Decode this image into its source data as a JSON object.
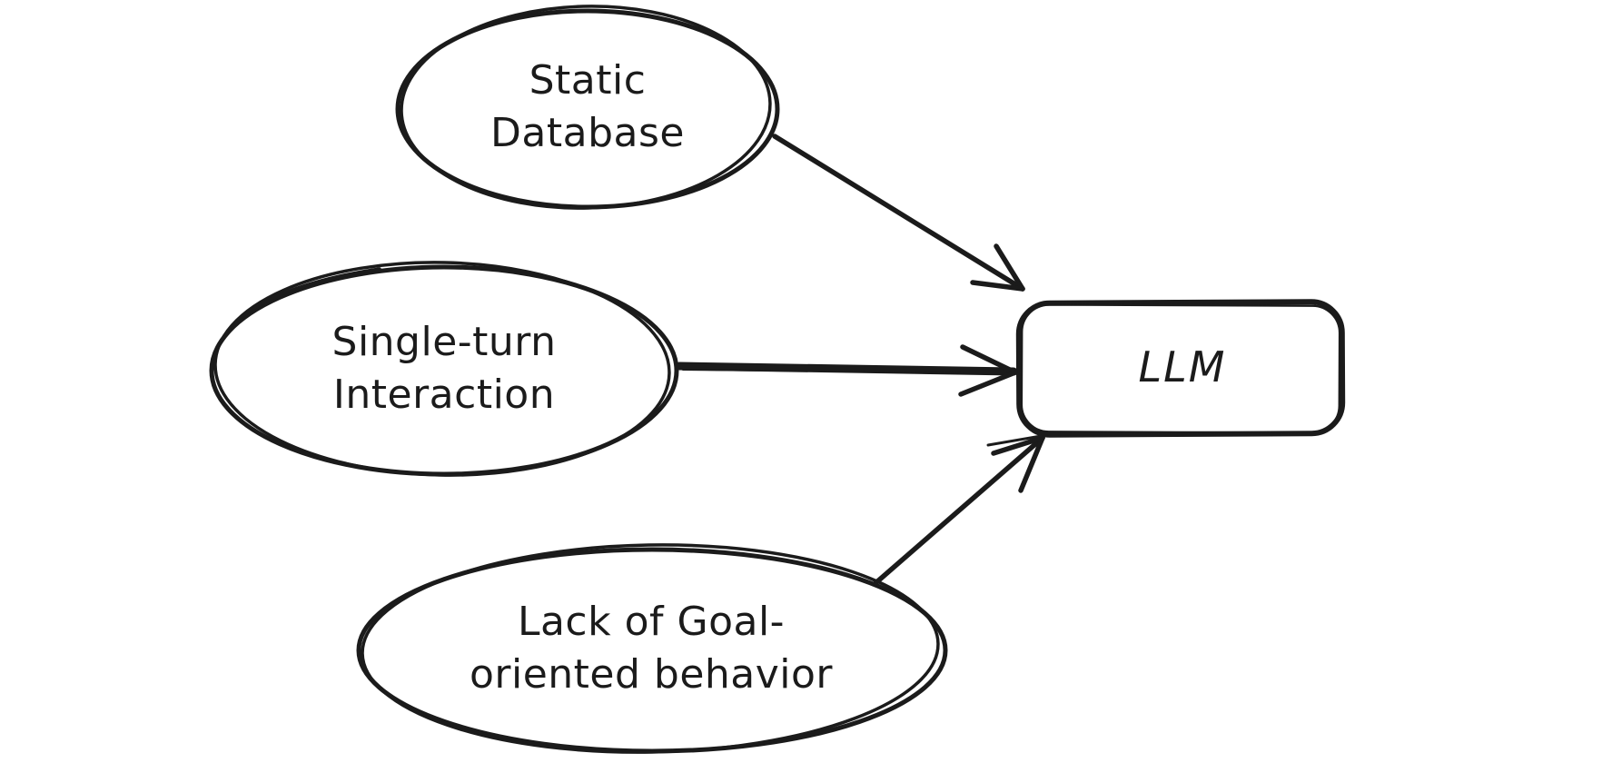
{
  "diagram": {
    "style": "hand-drawn-sketch",
    "background_color": "#ffffff",
    "stroke_color": "#1b1b1b",
    "text_color": "#1b1b1b",
    "nodes": [
      {
        "id": "static-database",
        "shape": "ellipse",
        "lines": [
          "Static",
          "Database"
        ],
        "label": "Static Database"
      },
      {
        "id": "single-turn-interaction",
        "shape": "ellipse",
        "lines": [
          "Single-turn",
          "Interaction"
        ],
        "label": "Single-turn Interaction"
      },
      {
        "id": "lack-of-goal-oriented-behavior",
        "shape": "ellipse",
        "lines": [
          "Lack of Goal-",
          "oriented behavior"
        ],
        "label": "Lack of Goal-oriented behavior"
      },
      {
        "id": "llm",
        "shape": "rounded-rectangle",
        "lines": [
          "LLM"
        ],
        "label": "LLM"
      }
    ],
    "edges": [
      {
        "from": "static-database",
        "to": "llm",
        "type": "arrow"
      },
      {
        "from": "single-turn-interaction",
        "to": "llm",
        "type": "arrow"
      },
      {
        "from": "lack-of-goal-oriented-behavior",
        "to": "llm",
        "type": "arrow"
      }
    ]
  }
}
